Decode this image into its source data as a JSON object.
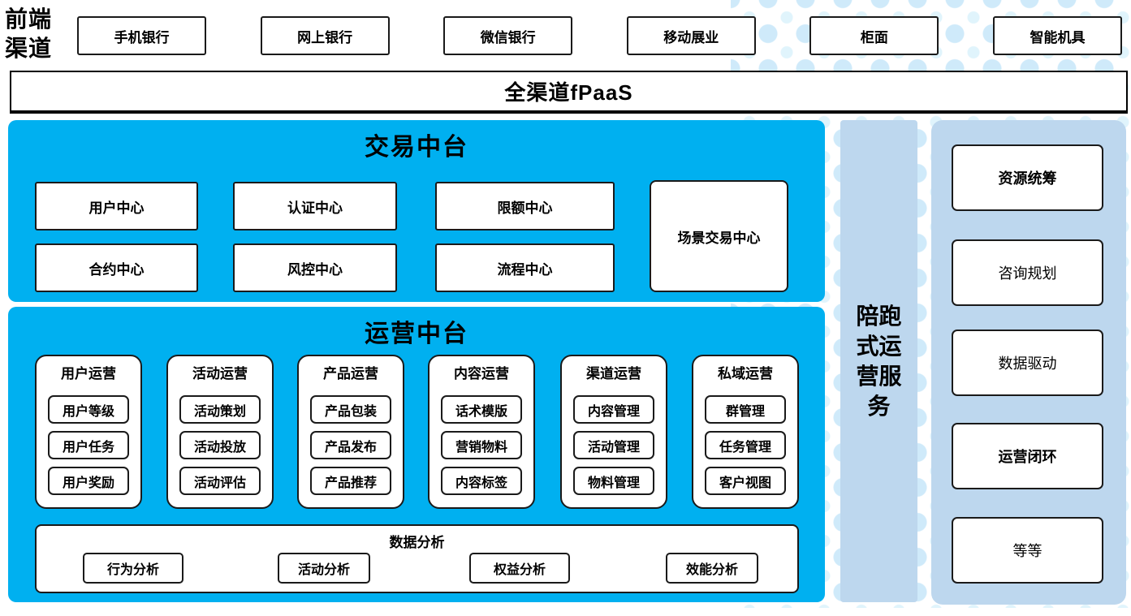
{
  "colors": {
    "accent_blue": "#00B0F0",
    "panel_light_blue": "#BDD7EE",
    "dot_blue": "#CFEAFA",
    "border": "#000000"
  },
  "front_channels": {
    "label": "前端渠道",
    "items": [
      "手机银行",
      "网上银行",
      "微信银行",
      "移动展业",
      "柜面",
      "智能机具"
    ]
  },
  "fpaas_bar": {
    "label": "全渠道fPaaS"
  },
  "transaction_platform": {
    "title": "交易中台",
    "row1": [
      "用户中心",
      "认证中心",
      "限额中心"
    ],
    "row2": [
      "合约中心",
      "风控中心",
      "流程中心"
    ],
    "tall_box": "场景交易中心"
  },
  "operation_platform": {
    "title": "运营中台",
    "columns": [
      {
        "title": "用户运营",
        "items": [
          "用户等级",
          "用户任务",
          "用户奖励"
        ]
      },
      {
        "title": "活动运营",
        "items": [
          "活动策划",
          "活动投放",
          "活动评估"
        ]
      },
      {
        "title": "产品运营",
        "items": [
          "产品包装",
          "产品发布",
          "产品推荐"
        ]
      },
      {
        "title": "内容运营",
        "items": [
          "话术模版",
          "营销物料",
          "内容标签"
        ]
      },
      {
        "title": "渠道运营",
        "items": [
          "内容管理",
          "活动管理",
          "物料管理"
        ]
      },
      {
        "title": "私域运营",
        "items": [
          "群管理",
          "任务管理",
          "客户视图"
        ]
      }
    ],
    "data_analysis": {
      "title": "数据分析",
      "items": [
        "行为分析",
        "活动分析",
        "权益分析",
        "效能分析"
      ]
    }
  },
  "companion_bar": {
    "label": "陪跑式运营服务"
  },
  "service_panel": {
    "items": [
      {
        "label": "资源统筹",
        "bold": true
      },
      {
        "label": "咨询规划",
        "bold": false
      },
      {
        "label": "数据驱动",
        "bold": false
      },
      {
        "label": "运营闭环",
        "bold": true
      },
      {
        "label": "等等",
        "bold": false
      }
    ]
  }
}
